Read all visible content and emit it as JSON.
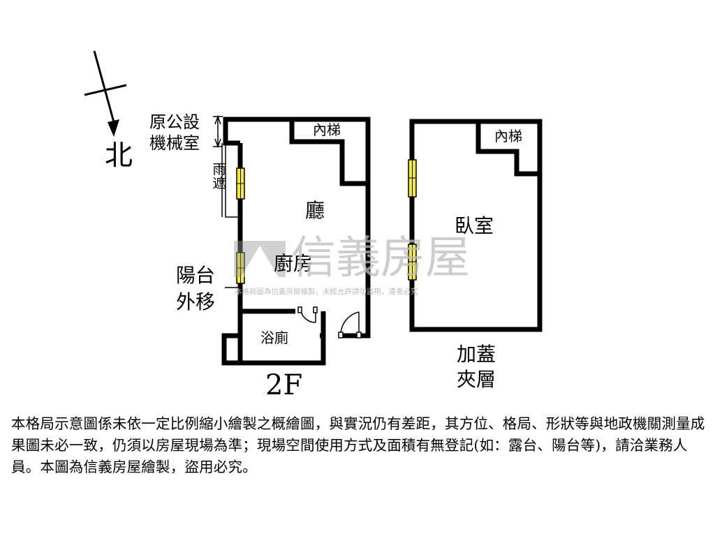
{
  "compass": {
    "north_label": "北"
  },
  "floor_2f": {
    "mech_room_label": "原公設\n機械室",
    "canopy_label": "雨遮",
    "stairs_label": "內梯",
    "living_label": "廳",
    "kitchen_label": "廚房",
    "balcony_label": "陽台\n外移",
    "bathroom_label": "浴廁",
    "floor_label": "2F"
  },
  "mezzanine": {
    "stairs_label": "內梯",
    "bedroom_label": "臥室",
    "mezz_label": "加蓋\n夾層"
  },
  "watermark": {
    "brand": "信義房屋",
    "notice": "本格局圖為信義房屋繪製，未經允許請勿盜用，違者必究"
  },
  "disclaimer": "本格局示意圖係未依一定比例縮小繪製之概繪圖，與實況仍有差距，其方位、格局、形狀等與地政機關測量成果圖未必一致，仍須以房屋現場為準；現場空間使用方式及面積有無登記(如：露台、陽台等)，請洽業務人員。本圖為信義房屋繪製，盜用必究。",
  "colors": {
    "window_fill": "#f2ea3c",
    "wall": "#000000",
    "watermark": "#bdbdbd"
  }
}
